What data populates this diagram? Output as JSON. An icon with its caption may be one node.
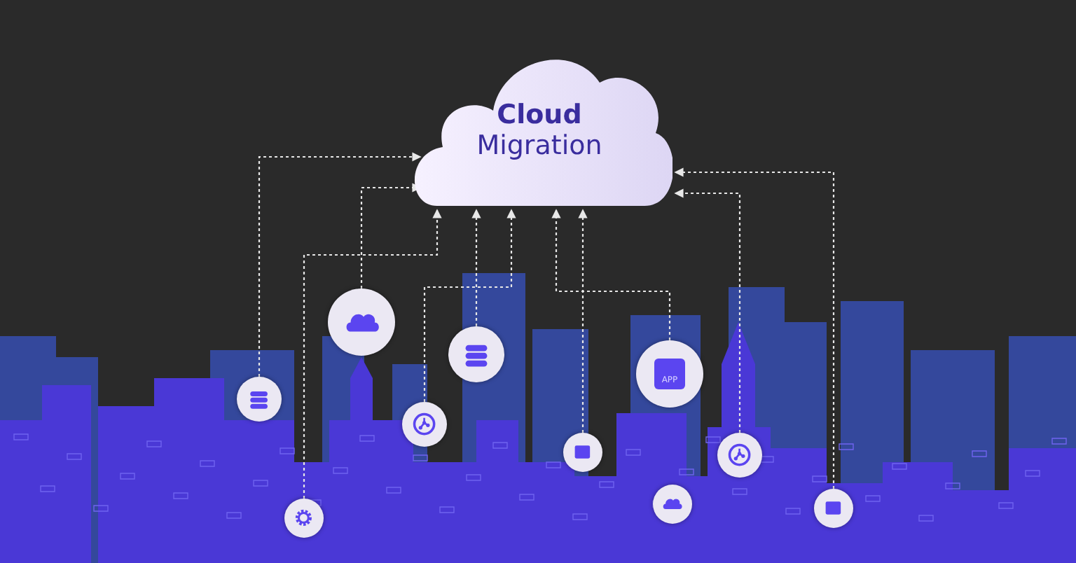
{
  "diagram": {
    "nodes": [
      {
        "text": [
          "Cloud",
          "Migration"
        ]
      },
      {
        "text": [],
        "shape": "circle"
      },
      {
        "text": [],
        "shape": "circle"
      },
      {
        "text": [],
        "shape": "circle"
      },
      {
        "text": [],
        "shape": "circle"
      },
      {
        "text": [],
        "shape": "circle"
      },
      {
        "text": [],
        "shape": "circle"
      },
      {
        "text": [
          "APP"
        ]
      },
      {
        "text": [],
        "shape": "circle"
      },
      {
        "text": [],
        "shape": "circle"
      },
      {
        "text": [],
        "shape": "circle"
      }
    ],
    "edges": [
      {
        "from": 1,
        "to": 0,
        "arrow": "to",
        "style": "dashed"
      },
      {
        "from": 2,
        "to": 0,
        "arrow": "to",
        "style": "dashed"
      },
      {
        "from": 3,
        "to": 0,
        "arrow": "to",
        "style": "dashed"
      },
      {
        "from": 4,
        "to": 0,
        "arrow": "to",
        "style": "dashed"
      },
      {
        "from": 5,
        "to": 0,
        "arrow": "to",
        "style": "dashed"
      },
      {
        "from": 6,
        "to": 0,
        "arrow": "to",
        "style": "dashed"
      },
      {
        "from": 7,
        "to": 0,
        "arrow": "to",
        "style": "dashed"
      },
      {
        "from": 9,
        "to": 0,
        "arrow": "to",
        "style": "dashed"
      },
      {
        "from": 10,
        "to": 0,
        "arrow": "to",
        "style": "dashed"
      }
    ]
  }
}
